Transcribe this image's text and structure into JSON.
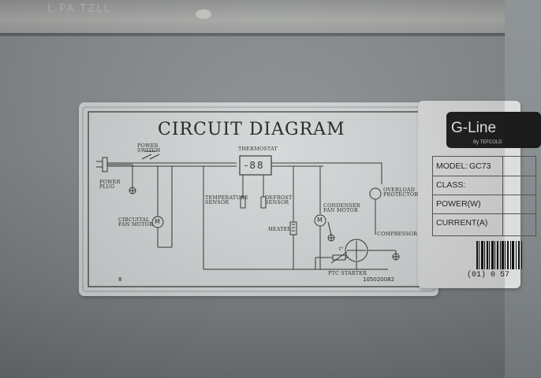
{
  "panel": {
    "ghost_text": "L PA TZLL"
  },
  "diagram_label": {
    "title": "CIRCUIT DIAGRAM",
    "components": {
      "power_switch": "POWER\nSWITCH",
      "power_plug": "POWER\nPLUG",
      "thermostat": "THERMOSTAT",
      "thermostat_display": "-88",
      "temperature_sensor": "TEMPERATURE\nSENSOR",
      "defrost_sensor": "DEFROST\nSENSOR",
      "circuital_fan_motor": "CIRCUITAL\nFAN MOTOR",
      "condenser_fan_motor": "CONDENSER\nFAN MOTOR",
      "heater": "HEATER",
      "overload_protector": "OVERLOAD\nPROTECTOR",
      "compressor": "COMPRESSOR",
      "ptc_starter": "PTC STARTER",
      "motor_symbol": "M",
      "ptc_symbol": "t°"
    },
    "corner_number": "8",
    "part_number": "105020082"
  },
  "spec_label": {
    "brand": "G-Line",
    "brand_sub": "By TEFCOLD",
    "rows": [
      {
        "label": "MODEL:",
        "value": "GC73"
      },
      {
        "label": "CLASS:",
        "value": ""
      },
      {
        "label": "POWER(W)",
        "value": ""
      },
      {
        "label": "CURRENT(A)",
        "value": ""
      }
    ],
    "barcode_text": "(01) 0 57"
  }
}
